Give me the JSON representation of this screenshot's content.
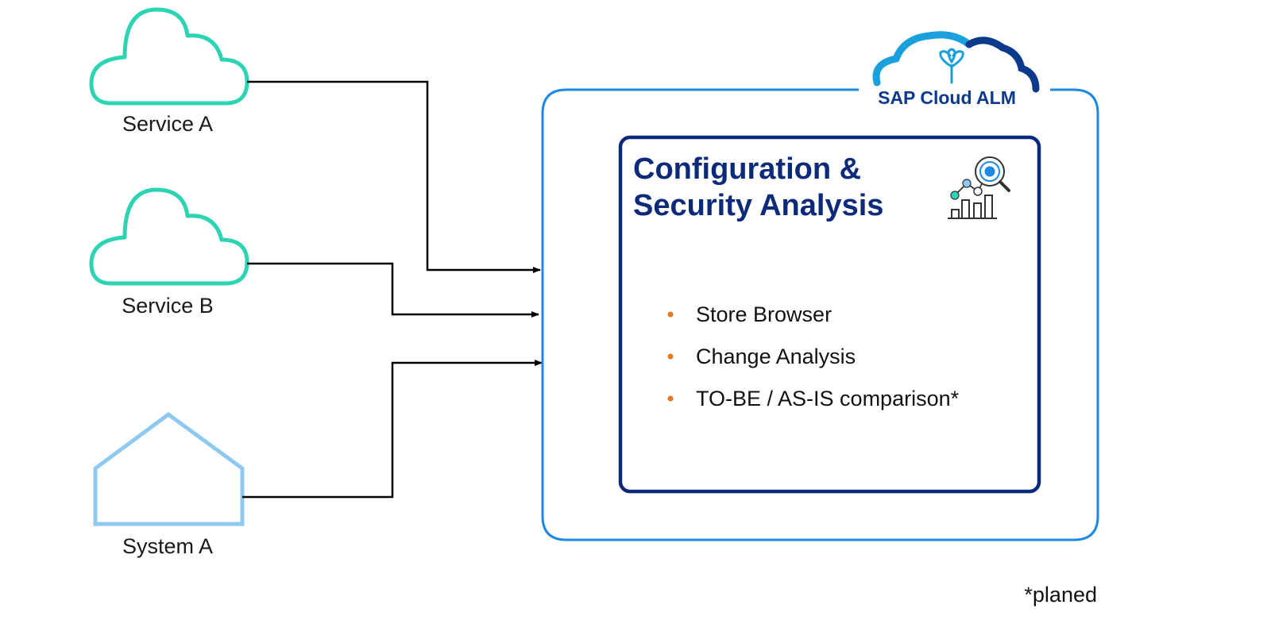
{
  "sources": [
    {
      "label": "Service A",
      "icon": "cloud-icon"
    },
    {
      "label": "Service B",
      "icon": "cloud-icon"
    },
    {
      "label": "System A",
      "icon": "house-icon"
    }
  ],
  "platform": {
    "name": "SAP Cloud ALM",
    "logo_icon": "sap-cloud-alm-logo-icon"
  },
  "module": {
    "title_line1": "Configuration &",
    "title_line2": "Security Analysis",
    "icon": "analytics-magnifier-icon",
    "features": [
      {
        "text": "Store Browser"
      },
      {
        "text": "Change Analysis"
      },
      {
        "text": "TO-BE / AS-IS comparison*"
      }
    ]
  },
  "footnote": "*planed",
  "colors": {
    "cloud_outline": "#2dd4b4",
    "house_outline": "#8ec9f2",
    "outer_frame": "#1e88e5",
    "inner_frame": "#0b2a7a",
    "title_text": "#0b2a7a",
    "bullet": "#e87722",
    "connector": "#000000",
    "logo_light": "#1aa0dc",
    "logo_dark": "#0b3a8c"
  }
}
